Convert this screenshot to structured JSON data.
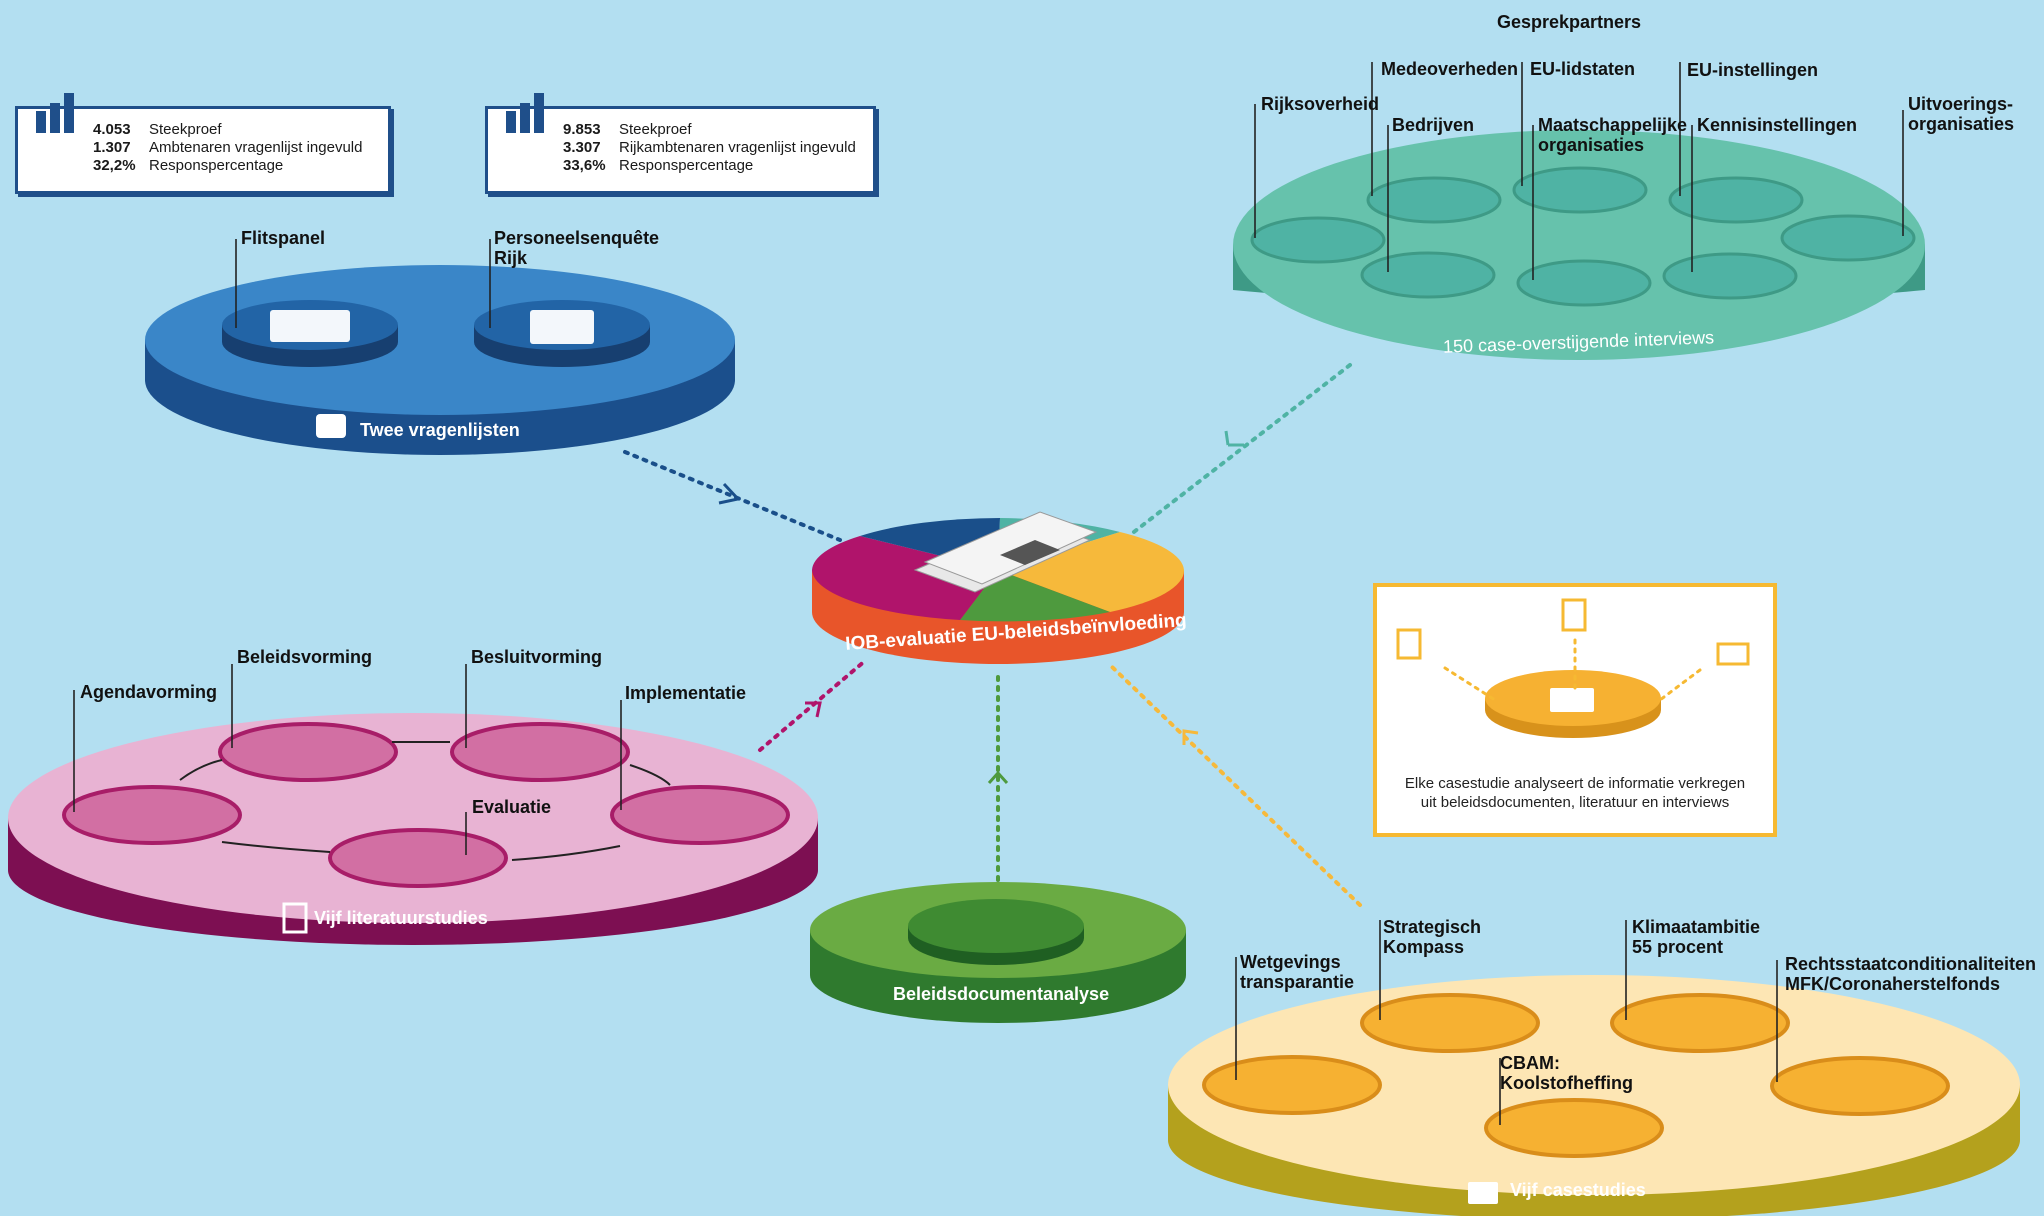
{
  "diagram": {
    "header": "Gesprekpartners",
    "center": {
      "title": "IOB-evaluatie EU-beleidsbeïnvloeding",
      "colors": [
        "#1a4f8a",
        "#4fb3a4",
        "#f6b93b",
        "#4e9a3e",
        "#b0146b",
        "#f05a28"
      ]
    },
    "surveys": {
      "platform_label": "Twee vragenlijsten",
      "items": [
        {
          "label": "Flitspanel",
          "icon": "form-person-icon"
        },
        {
          "label": "Personeelsenquête\nRijk",
          "icon": "clipboard-icon"
        }
      ],
      "stats": [
        {
          "rows": [
            {
              "value": "4.053",
              "label": "Steekproef"
            },
            {
              "value": "1.307",
              "label": "Ambtenaren vragenlijst ingevuld"
            },
            {
              "value": "32,2%",
              "label": "Responspercentage"
            }
          ]
        },
        {
          "rows": [
            {
              "value": "9.853",
              "label": "Steekproef"
            },
            {
              "value": "3.307",
              "label": "Rijkambtenaren vragenlijst ingevuld"
            },
            {
              "value": "33,6%",
              "label": "Responspercentage"
            }
          ]
        }
      ]
    },
    "partners": {
      "platform_label": "150 case-overstijgende interviews",
      "items": [
        {
          "label": "Rijksoverheid",
          "icon": "lion-icon"
        },
        {
          "label": "Medeoverheden",
          "icon": "map-icon"
        },
        {
          "label": "EU-lidstaten",
          "icon": "eu-flag-icon"
        },
        {
          "label": "EU-instellingen",
          "icon": "buildings-icon"
        },
        {
          "label": "Bedrijven",
          "icon": "briefcase-icon"
        },
        {
          "label": "Maatschappelijke\norganisaties",
          "icon": "heart-hand-icon"
        },
        {
          "label": "Kennisinstellingen",
          "icon": "graduation-cap-icon"
        },
        {
          "label": "Uitvoerings-\norganisaties",
          "icon": "gears-icon"
        }
      ]
    },
    "literature": {
      "platform_label": "Vijf literatuurstudies",
      "items": [
        {
          "label": "Agendavorming",
          "icon": "head-gear-icon"
        },
        {
          "label": "Beleidsvorming",
          "icon": "document-pen-icon"
        },
        {
          "label": "Besluitvorming",
          "icon": "checkbox-icon"
        },
        {
          "label": "Implementatie",
          "icon": "gear-hand-icon"
        },
        {
          "label": "Evaluatie",
          "icon": "checklist-icon"
        }
      ]
    },
    "policy_docs": {
      "platform_label": "Beleidsdocumentanalyse",
      "icon": "document-search-icon"
    },
    "cases": {
      "platform_label": "Vijf casestudies",
      "items": [
        {
          "label": "Wetgevings\ntransparantie",
          "icon": "eye-icon"
        },
        {
          "label": "Strategisch\nKompass",
          "icon": "compass-icon"
        },
        {
          "label": "Klimaatambitie\n55 procent",
          "icon": "globe-hand-icon"
        },
        {
          "label": "CBAM:\nKoolstofheffing",
          "icon": "co2-cloud-icon"
        },
        {
          "label": "Rechtsstaatconditionaliteiten\nMFK/Coronaherstelfonds",
          "icon": "scales-icon"
        }
      ]
    },
    "legend_box": {
      "text": "Elke casestudie analyseert de informatie verkregen\nuit beleidsdocumenten, literatuur en interviews"
    }
  }
}
